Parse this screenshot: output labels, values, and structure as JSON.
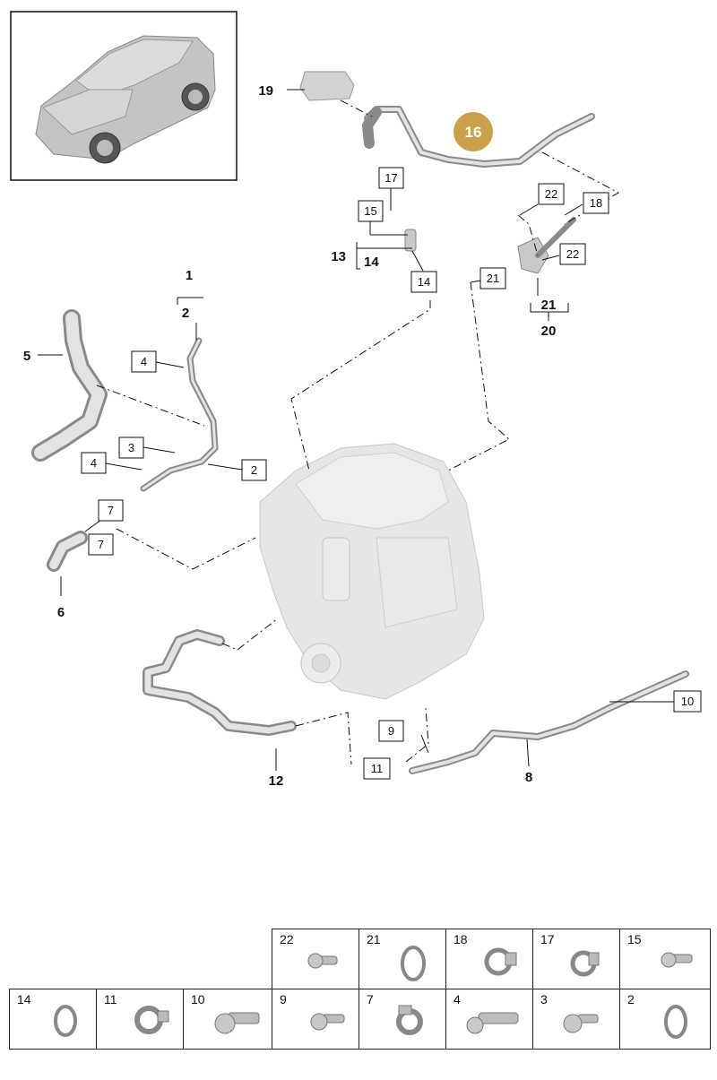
{
  "callouts": {
    "c1": "1",
    "c2a": "2",
    "c2b": "2",
    "c3": "3",
    "c4a": "4",
    "c4b": "4",
    "c5": "5",
    "c6": "6",
    "c7a": "7",
    "c7b": "7",
    "c8": "8",
    "c9": "9",
    "c10": "10",
    "c11": "11",
    "c12": "12",
    "c13": "13",
    "c14a": "14",
    "c14b": "14",
    "c15": "15",
    "c16": "16",
    "c17": "17",
    "c18": "18",
    "c19": "19",
    "c20": "20",
    "c21a": "21",
    "c21b": "21",
    "c22a": "22",
    "c22b": "22"
  },
  "parts_table": {
    "top_row": [
      "22",
      "21",
      "18",
      "17",
      "15"
    ],
    "bottom_row": [
      "14",
      "11",
      "10",
      "9",
      "7",
      "4",
      "3",
      "2"
    ]
  },
  "colors": {
    "highlight": "#c9a14a",
    "line": "#111111",
    "part_gray": "#b9b9b9"
  }
}
